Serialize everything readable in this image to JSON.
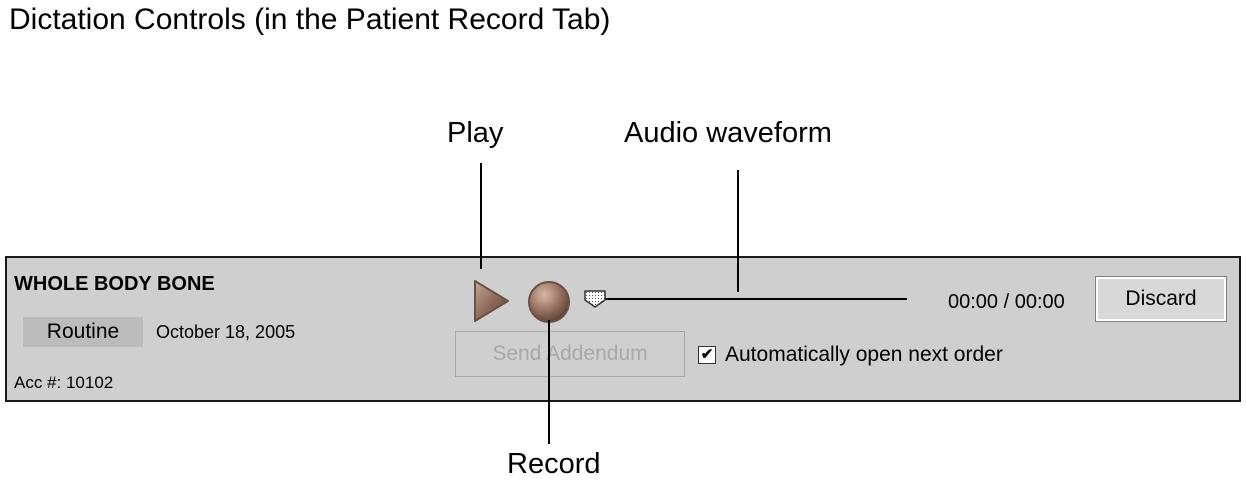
{
  "figure": {
    "title": "Dictation Controls (in the Patient Record Tab)",
    "callouts": {
      "play": "Play",
      "audio_waveform": "Audio waveform",
      "record": "Record"
    }
  },
  "order": {
    "exam_name": "WHOLE BODY BONE",
    "priority": "Routine",
    "date": "October 18, 2005",
    "accession": "Acc #: 10102"
  },
  "dictation": {
    "play_icon": "play-icon",
    "record_icon": "record-icon",
    "waveform_marker_icon": "position-marker-icon",
    "time": "00:00 / 00:00",
    "discard_label": "Discard",
    "send_addendum_label": "Send Addendum",
    "auto_open_checked": true,
    "auto_open_label": "Automatically open next order"
  },
  "colors": {
    "panel_background": "#cfcfcf",
    "button_brown": "#8a6a5a",
    "disabled_text": "#a9a9a9"
  }
}
